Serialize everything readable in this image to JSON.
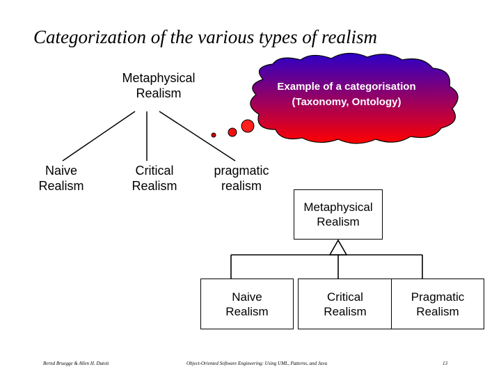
{
  "title": "Categorization of the various types of realism",
  "taxonomy": {
    "root": [
      "Metaphysical",
      "Realism"
    ],
    "children": [
      [
        "Naive",
        "Realism"
      ],
      [
        "Critical",
        "Realism"
      ],
      [
        "pragmatic",
        "realism"
      ]
    ]
  },
  "callout": {
    "line1": "Example of a categorisation",
    "line2": "(Taxonomy, Ontology)",
    "gradient_top": "#2b00c8",
    "gradient_bottom": "#ff0000"
  },
  "uml": {
    "root": [
      "Metaphysical",
      "Realism"
    ],
    "children": [
      [
        "Naive",
        "Realism"
      ],
      [
        "Critical",
        "Realism"
      ],
      [
        "Pragmatic",
        "Realism"
      ]
    ]
  },
  "footer": {
    "left": "Bernd Bruegge & Allen H. Dutoit",
    "center": "Object-Oriented Software Engineering: Using UML, Patterns, and Java",
    "page": "13"
  }
}
